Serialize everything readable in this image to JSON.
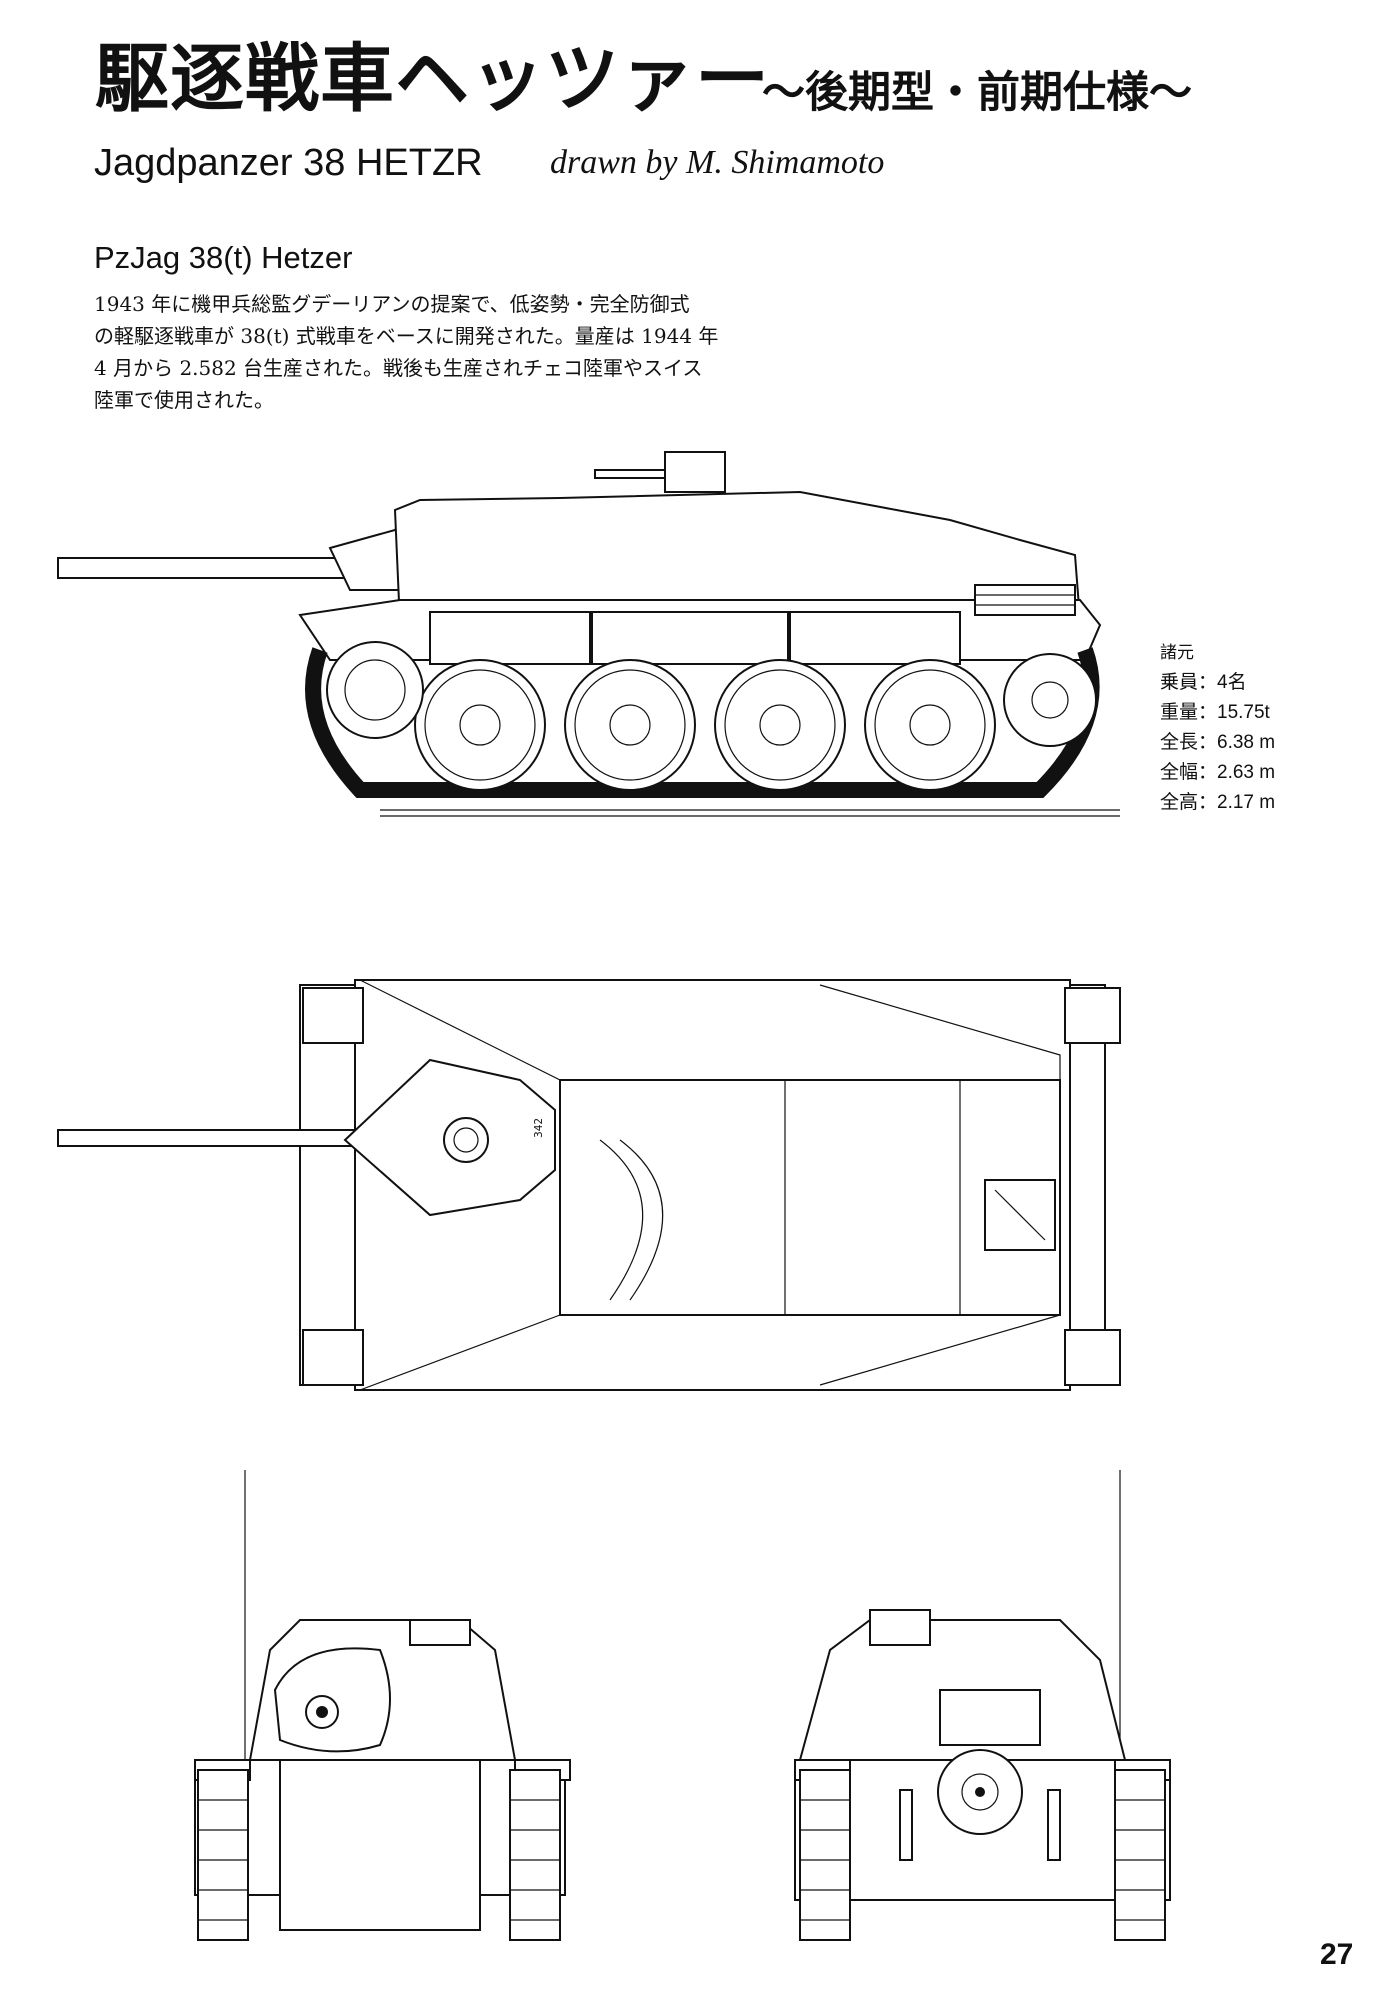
{
  "header": {
    "title_jp": "駆逐戦車ヘッツァー",
    "subtitle_jp": "〜後期型・前期仕様〜",
    "title_en": "Jagdpanzer 38 HETZR",
    "credit": "drawn by M. Shimamoto"
  },
  "section": {
    "heading": "PzJag 38(t) Hetzer",
    "description_lines": [
      "1943 年に機甲兵総監グデーリアンの提案で、低姿勢・完全防御式",
      "の軽駆逐戦車が 38(t) 式戦車をベースに開発された。量産は 1944 年",
      "4 月から 2.582 台生産された。戦後も生産されチェコ陸軍やスイス",
      "陸軍で使用された。"
    ]
  },
  "specs": {
    "heading": "諸元",
    "rows": [
      "乗員：4名",
      "重量：15.75t",
      "全長：6.38 m",
      "全幅：2.63 m",
      "全高：2.17 m"
    ]
  },
  "drawings": {
    "hull_marking": "342"
  },
  "page": {
    "number": "27"
  }
}
